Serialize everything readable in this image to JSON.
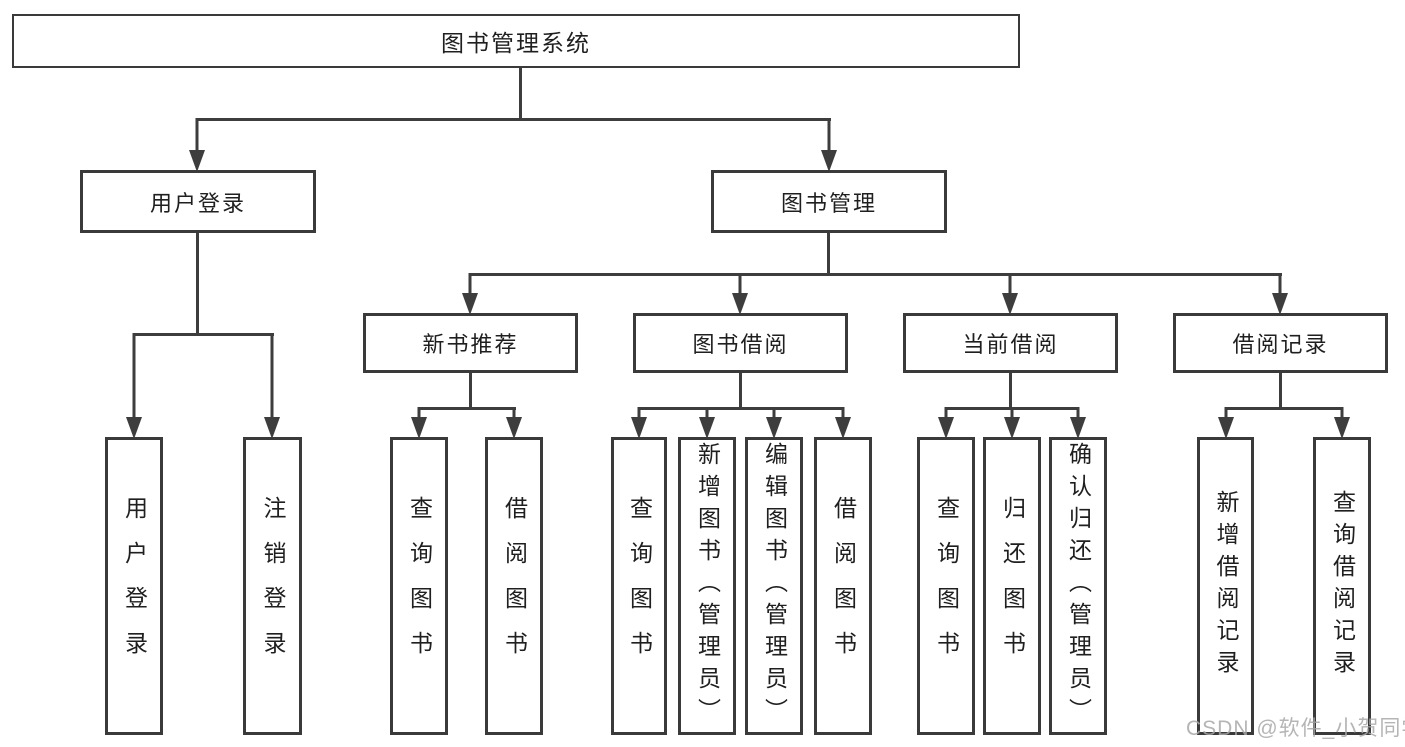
{
  "diagram_type": "hierarchy-tree",
  "watermark": "CSDN @软件_小贺同学",
  "colors": {
    "background": "#ffffff",
    "line": "#3d3d3d",
    "box_border": "#3a3a3a",
    "text": "#1f1f1f",
    "watermark": "#a9a9a9"
  },
  "tree": {
    "label": "图书管理系统",
    "children": [
      {
        "label": "用户登录",
        "children": [
          {
            "label": "用户登录"
          },
          {
            "label": "注销登录"
          }
        ]
      },
      {
        "label": "图书管理",
        "children": [
          {
            "label": "新书推荐",
            "children": [
              {
                "label": "查询图书"
              },
              {
                "label": "借阅图书"
              }
            ]
          },
          {
            "label": "图书借阅",
            "children": [
              {
                "label": "查询图书"
              },
              {
                "label": "新增图书（管理员）"
              },
              {
                "label": "编辑图书（管理员）"
              },
              {
                "label": "借阅图书"
              }
            ]
          },
          {
            "label": "当前借阅",
            "children": [
              {
                "label": "查询图书"
              },
              {
                "label": "归还图书"
              },
              {
                "label": "确认归还（管理员）"
              }
            ]
          },
          {
            "label": "借阅记录",
            "children": [
              {
                "label": "新增借阅记录"
              },
              {
                "label": "查询借阅记录"
              }
            ]
          }
        ]
      }
    ]
  }
}
